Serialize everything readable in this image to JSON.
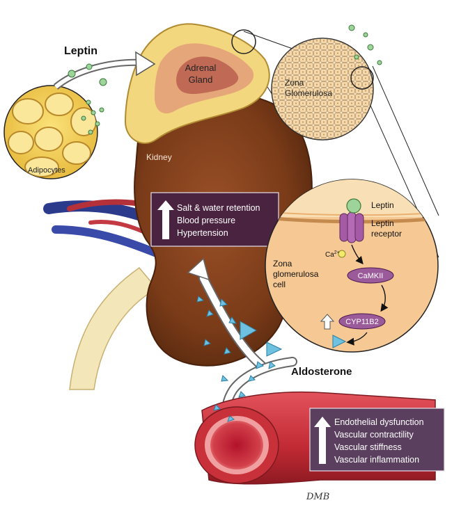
{
  "labels": {
    "leptin_top": "Leptin",
    "adrenal_gland_line1": "Adrenal",
    "adrenal_gland_line2": "Gland",
    "zona_glomerulosa_line1": "Zona",
    "zona_glomerulosa_line2": "Glomerulosa",
    "adipocytes": "Adipocytes",
    "kidney": "Kidney",
    "aldosterone": "Aldosterone",
    "signature": "DMB"
  },
  "kidney_effects": {
    "items": [
      "Salt & water retention",
      "Blood pressure",
      "Hypertension"
    ]
  },
  "cell_inset": {
    "leptin": "Leptin",
    "receptor_line1": "Leptin",
    "receptor_line2": "receptor",
    "calcium": "Ca",
    "calcium_charge": "2+",
    "cell_line1": "Zona",
    "cell_line2": "glomerulosa",
    "cell_line3": "cell",
    "camkii": "CaMKII",
    "cyp11b2": "CYP11B2"
  },
  "vascular_effects": {
    "items": [
      "Endothelial dysfunction",
      "Vascular contractility",
      "Vascular stiffness",
      "Vascular inflammation"
    ]
  },
  "colors": {
    "kidney": "#7a3b18",
    "adrenal_outer": "#f2d77e",
    "adrenal_inner": "#e5a67a",
    "adrenal_core": "#c06a56",
    "inset_bg": "#f6c894",
    "effects_box": "#4a2340",
    "vessel": "#c8313a",
    "aldosterone_triangle": "#6ec1df",
    "leptin_dot": "#9ed49a"
  }
}
